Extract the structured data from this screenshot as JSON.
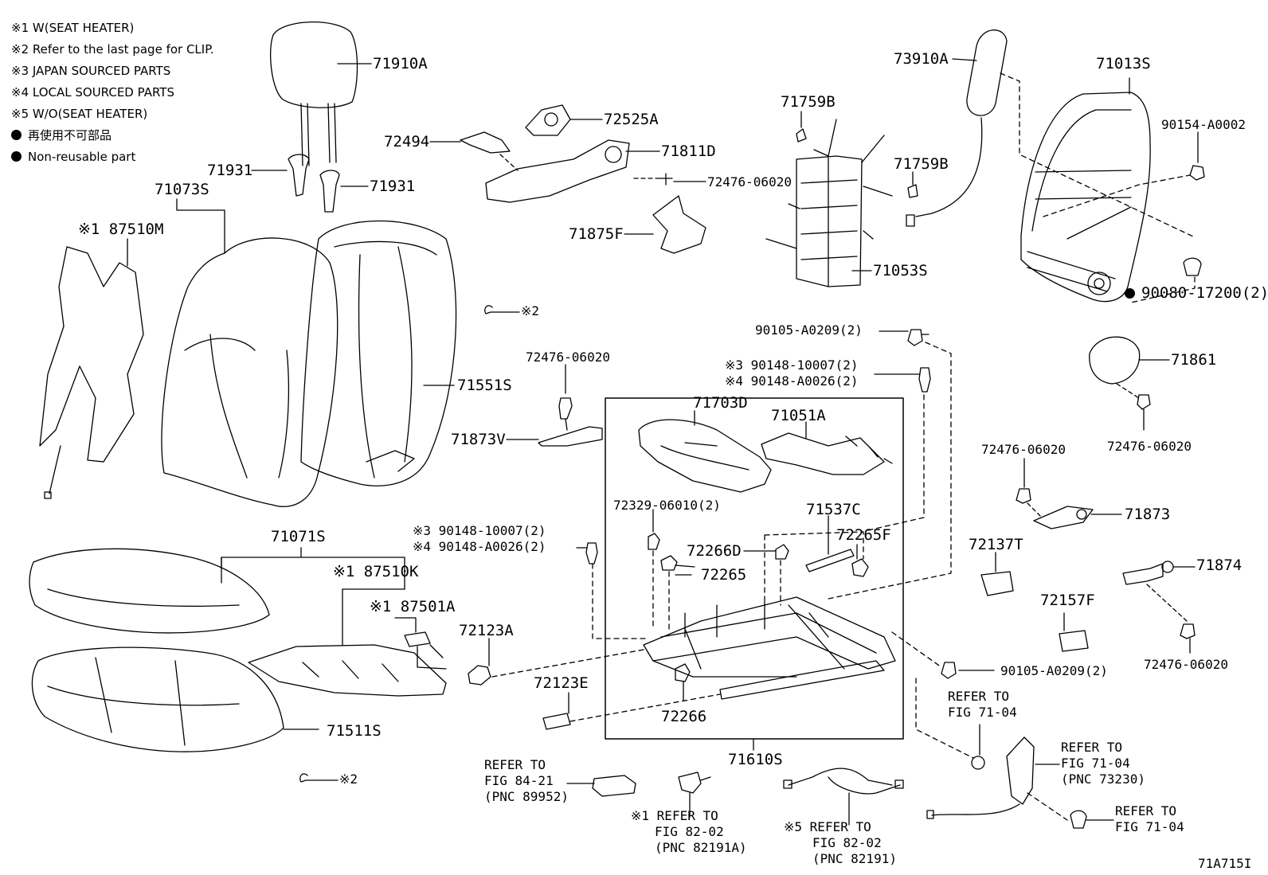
{
  "legend": {
    "note1": "※1 W(SEAT HEATER)",
    "note2": "※2 Refer to the last page for CLIP.",
    "note3": "※3 JAPAN SOURCED PARTS",
    "note4": "※4 LOCAL SOURCED PARTS",
    "note5": "※5 W/O(SEAT HEATER)",
    "nonreusable_jp": "再使用不可部品",
    "nonreusable_en": "Non-reusable part"
  },
  "parts": {
    "p71910A": "71910A",
    "p71931a": "71931",
    "p71931b": "71931",
    "p71073S": "71073S",
    "p87510M": "※1 87510M",
    "p72494": "72494",
    "p72525A": "72525A",
    "p71811D": "71811D",
    "p72476_06020_a": "72476-06020",
    "p71875F": "71875F",
    "p71759B_a": "71759B",
    "p71759B_b": "71759B",
    "p73910A": "73910A",
    "p71053S": "71053S",
    "p71013S": "71013S",
    "p90154": "90154-A0002",
    "p90080": "90080-17200(2)",
    "p71551S": "71551S",
    "clip_a": "※2",
    "clip_b": "※2",
    "p90105_a": "90105-A0209(2)",
    "p90148_3a": "※3 90148-10007(2)",
    "p90148_4a": "※4 90148-A0026(2)",
    "p71861": "71861",
    "p72476_06020_b": "72476-06020",
    "p72476_06020_c": "72476-06020",
    "p71873V": "71873V",
    "p71703D": "71703D",
    "p71051A": "71051A",
    "p72476_06020_d": "72476-06020",
    "p71873": "71873",
    "p72329": "72329-06010(2)",
    "p71537C": "71537C",
    "p72265F": "72265F",
    "p72266D": "72266D",
    "p72265": "72265",
    "p71071S": "71071S",
    "p90148_3b": "※3 90148-10007(2)",
    "p90148_4b": "※4 90148-A0026(2)",
    "p87510K": "※1 87510K",
    "p87501A": "※1 87501A",
    "p72123A": "72123A",
    "p72137T": "72137T",
    "p71874": "71874",
    "p72157F": "72157F",
    "p90105_b": "90105-A0209(2)",
    "p72476_06020_e": "72476-06020",
    "p72123E": "72123E",
    "p72266": "72266",
    "p71511S": "71511S",
    "p71610S": "71610S"
  },
  "refs": {
    "fig7104_a_1": "REFER TO",
    "fig7104_a_2": "FIG 71-04",
    "fig8421_1": "REFER TO",
    "fig8421_2": "FIG 84-21",
    "fig8421_3": "(PNC 89952)",
    "fig8202a_1": "※1 REFER TO",
    "fig8202a_2": "FIG 82-02",
    "fig8202a_3": "(PNC 82191A)",
    "fig8202b_1": "※5 REFER TO",
    "fig8202b_2": "FIG 82-02",
    "fig8202b_3": "(PNC 82191)",
    "fig7104_b_1": "REFER TO",
    "fig7104_b_2": "FIG 71-04",
    "fig7104_b_3": "(PNC 73230)",
    "fig7104_c_1": "REFER TO",
    "fig7104_c_2": "FIG 71-04"
  },
  "figure_id": "71A715I"
}
